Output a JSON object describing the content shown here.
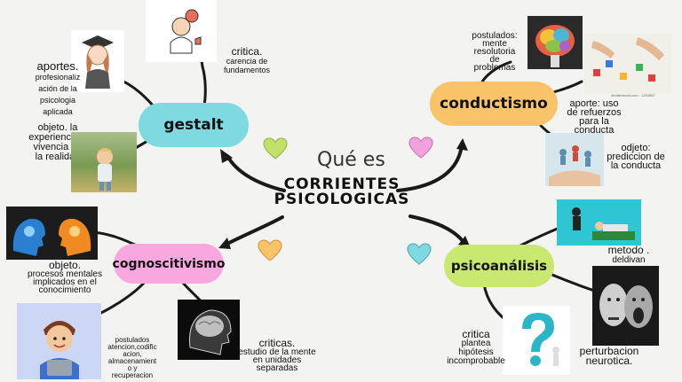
{
  "center": {
    "question": "Qué es",
    "title_line1": "CORRIENTES",
    "title_line2": "PSICOLOGICAS"
  },
  "colors": {
    "gestalt": "#7fd9e0",
    "conductismo": "#f9c36a",
    "cognoscitivismo": "#f8a8df",
    "psicoanalisis": "#c8e870",
    "heart_green": "#c3e06a",
    "heart_pink": "#f3a1dc",
    "heart_orange": "#f9c36a",
    "heart_cyan": "#7fd9e0"
  },
  "branches": {
    "gestalt": {
      "label": "gestalt",
      "critica": [
        "critica.",
        "carencia de",
        "fundamentos"
      ],
      "aportes": [
        "aportes.",
        "profesionaliz",
        "ación de la",
        "psicologia",
        "aplicada"
      ],
      "objeto": [
        "objeto. la",
        "experiencia o",
        "vivencia de",
        "la realidad"
      ]
    },
    "conductismo": {
      "label": "conductismo",
      "postulados": [
        "postulados:",
        "mente",
        "resolutoria",
        "de",
        "problemas"
      ],
      "aporte": [
        "aporte: uso",
        "de refuerzos",
        "para la",
        "conducta"
      ],
      "objeto": [
        "odjeto:",
        "prediccion de",
        "la conducta"
      ],
      "credit": "shutterstock.com · 1234567"
    },
    "cognoscitivismo": {
      "label": "cognoscitivismo",
      "objeto": [
        "objeto.",
        "procesos mentales",
        "implicados en el",
        "conocimiento"
      ],
      "postulados": [
        "postulados",
        "atencion,codific",
        "acion,",
        "almacenamient",
        "o y",
        "recuperacion"
      ],
      "criticas": [
        "criticas.",
        "estudio de la mente",
        "en unidades",
        "separadas"
      ]
    },
    "psicoanalisis": {
      "label": "psicoanálisis",
      "metodo": [
        "metodo .",
        "deldivan"
      ],
      "critica": [
        "critica",
        "plantea",
        "hipótesis",
        "incomprobable"
      ],
      "perturbacion": [
        "perturbacion",
        "neurotica."
      ]
    }
  },
  "icons": [
    "doctor-image",
    "graduate-girl-image",
    "boy-in-grass-image",
    "colorful-brain-image",
    "hands-pieces-image",
    "figures-hands-image",
    "heads-connection-image",
    "boy-laptop-image",
    "xray-brain-image",
    "therapy-session-image",
    "screaming-faces-image",
    "question-mark-image",
    "heart-icon"
  ]
}
